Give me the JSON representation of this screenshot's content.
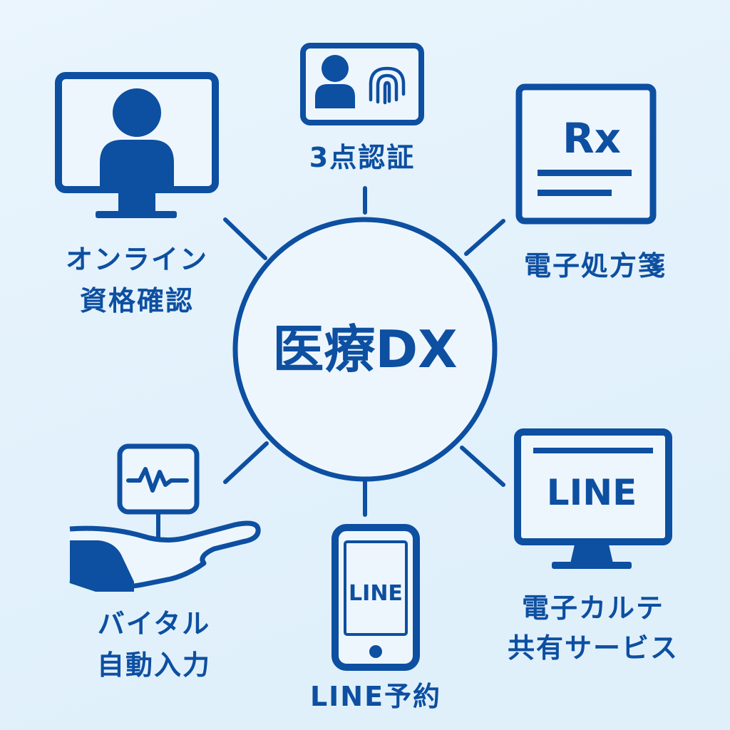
{
  "center": {
    "title": "医療DX"
  },
  "nodes": {
    "online": {
      "line1": "オンライン",
      "line2": "資格確認"
    },
    "auth": {
      "label": "3点認証"
    },
    "rx": {
      "label": "電子処方箋",
      "symbol": "Rx"
    },
    "vital": {
      "line1": "バイタル",
      "line2": "自動入力"
    },
    "line_booking": {
      "label": "LINE予約",
      "phone_text": "LINE"
    },
    "ehr": {
      "line1": "電子カルテ",
      "line2": "共有サービス",
      "monitor_text": "LINE"
    }
  },
  "colors": {
    "primary": "#0d4fa1",
    "background": "#e4f2fc",
    "panel": "#eef6fd"
  },
  "icons": {
    "online": "monitor-user-icon",
    "auth": "id-card-fingerprint-icon",
    "rx": "prescription-icon",
    "vital": "hand-vital-monitor-icon",
    "line_booking": "smartphone-icon",
    "ehr": "monitor-icon"
  }
}
